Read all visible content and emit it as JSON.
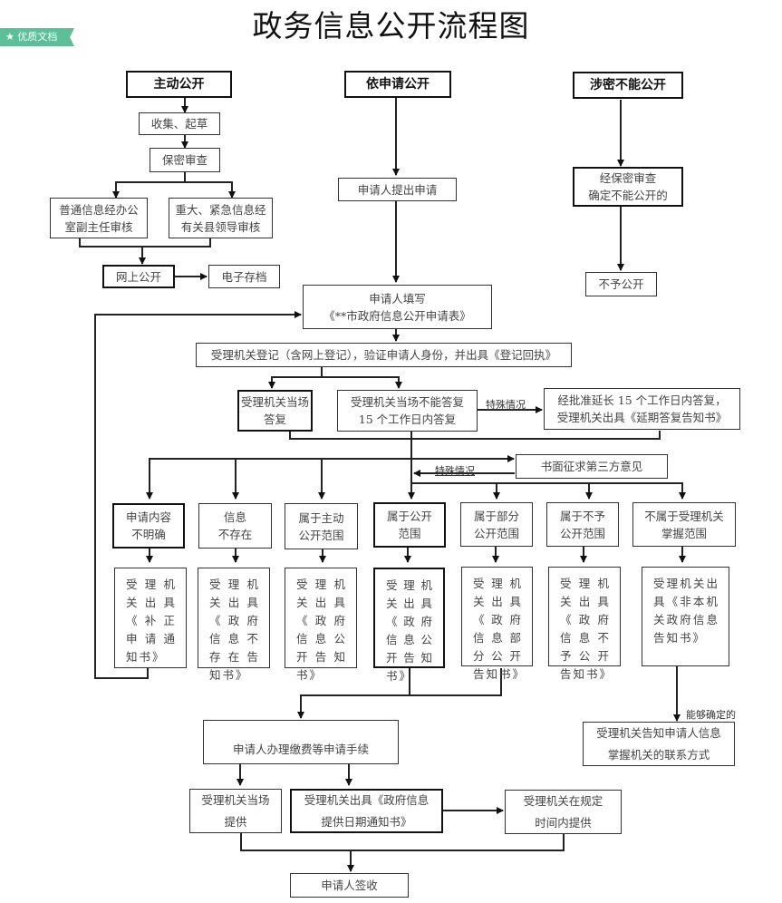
{
  "title": "政务信息公开流程图",
  "badge": {
    "label": "★ 优质文档",
    "color": "#5bbf98"
  },
  "columns": {
    "active": "主动公开",
    "request": "依申请公开",
    "secret": "涉密不能公开"
  },
  "active_flow": {
    "collect": "收集、起草",
    "confidential_review": "保密审查",
    "normal_review": "普通信息经办公\n室副主任审核",
    "major_review": "重大、紧急信息经\n有关县领导审核",
    "online_publish": "网上公开",
    "e_archive": "电子存档"
  },
  "secret_flow": {
    "review": "经保密审查\n确定不能公开的",
    "deny": "不予公开"
  },
  "request_flow": {
    "submit": "申请人提出申请",
    "fill_form": "申请人填写\n《**市政府信息公开申请表》",
    "register": "受理机关登记（含网上登记），验证申请人身份，并出具《登记回执》",
    "reply_on_spot": "受理机关当场\n答复",
    "reply_15_days": "受理机关当场不能答复\n15 个工作日内答复",
    "special_case_label": "特殊情况",
    "extension": "经批准延长 15 个工作日内答复，\n受理机关出具《延期答复告知书》",
    "third_party": "书面征求第三方意见",
    "special_case_label_2": "特殊情况"
  },
  "categories": [
    {
      "type": "申请内容\n不明确",
      "result": "受理机关出具《补正申请通知书》"
    },
    {
      "type": "信息\n不存在",
      "result": "受理机关出具《政府信息不存在告知书》"
    },
    {
      "type": "属于主动\n公开范围",
      "result": "受理机关出具《政府信息公开告知书》"
    },
    {
      "type": "属于公开\n范围",
      "result": "受理机关出具《政府信息公开告知书》"
    },
    {
      "type": "属于部分\n公开范围",
      "result": "受理机关出具《政府信息部分公开告知书》"
    },
    {
      "type": "属于不予\n公开范围",
      "result": "受理机关出具《政府信息不予公开告知书》"
    },
    {
      "type": "不属于受理机关\n掌握范围",
      "result": "受理机关出具《非本机关政府信息告知书》"
    }
  ],
  "final_flow": {
    "can_determine_label": "能够确定的",
    "notify_contact": "受理机关告知申请人信息\n掌握机关的联系方式",
    "payment": "申请人办理缴费等申请手续",
    "provide_on_spot": "受理机关当场\n提供",
    "provide_date_notice": "受理机关出具《政府信息\n提供日期通知书》",
    "provide_in_time": "受理机关在规定\n时间内提供",
    "sign": "申请人签收"
  }
}
